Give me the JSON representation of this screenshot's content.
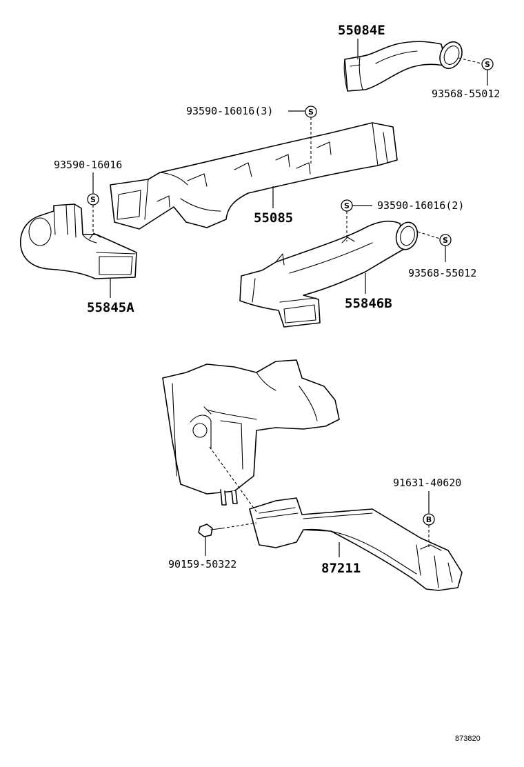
{
  "parts": {
    "p55084E": "55084E",
    "p55085": "55085",
    "p55845A": "55845A",
    "p55846B": "55846B",
    "p87211": "87211"
  },
  "fasteners": {
    "screw_93568_top": "93568-55012",
    "screw_93590_3": "93590-16016(3)",
    "screw_93590_left": "93590-16016",
    "screw_93590_2": "93590-16016(2)",
    "screw_93568_mid": "93568-55012",
    "bolt_91631": "91631-40620",
    "clip_90159": "90159-50322"
  },
  "symbols": {
    "s": "S",
    "b": "B"
  },
  "catalog_number": "873820"
}
